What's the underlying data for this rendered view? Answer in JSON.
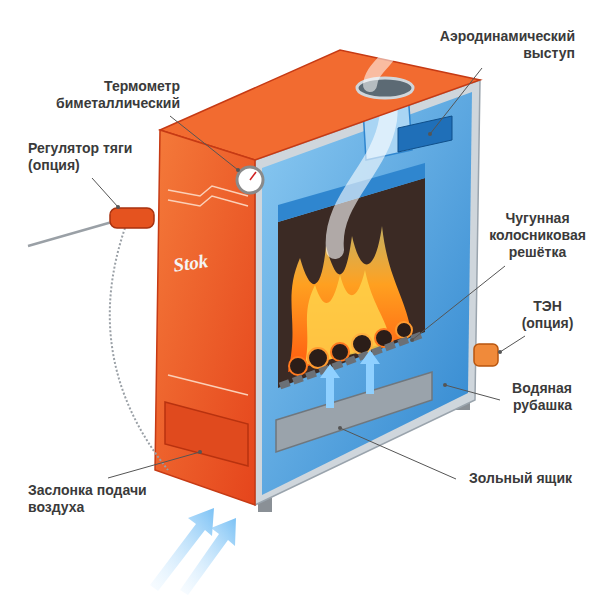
{
  "diagram": {
    "labels": [
      "Термометр биметаллический",
      "Регулятор тяги (опция)",
      "Stok",
      "Аэродинамический выступ",
      "Чугунная колосниковая решётка",
      "ТЭН (опция)",
      "Водяная рубашка",
      "Заслонка подачи воздуха",
      "Зольный ящик"
    ]
  }
}
